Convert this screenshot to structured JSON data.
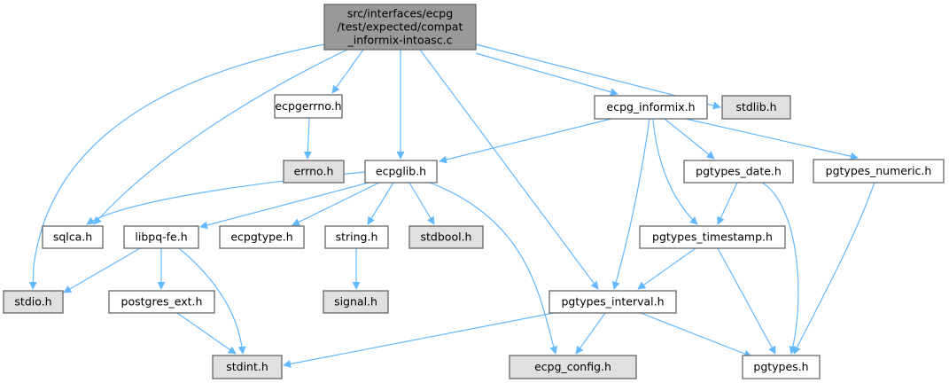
{
  "diagram": {
    "type": "include-dependency-graph",
    "colors": {
      "edge": "#63b8ff",
      "root_fill": "#999999",
      "system_fill": "#e0e0e0",
      "normal_fill": "#ffffff",
      "border": "#666666"
    },
    "nodes": [
      {
        "id": "main",
        "lines": [
          "src/interfaces/ecpg",
          "/test/expected/compat",
          "_informix-intoasc.c"
        ],
        "kind": "root"
      },
      {
        "id": "ecpgerrno",
        "lines": [
          "ecpgerrno.h"
        ],
        "kind": "normal"
      },
      {
        "id": "stdlib",
        "lines": [
          "stdlib.h"
        ],
        "kind": "system"
      },
      {
        "id": "ecpg_informix",
        "lines": [
          "ecpg_informix.h"
        ],
        "kind": "normal"
      },
      {
        "id": "errno",
        "lines": [
          "errno.h"
        ],
        "kind": "system"
      },
      {
        "id": "ecpglib",
        "lines": [
          "ecpglib.h"
        ],
        "kind": "normal"
      },
      {
        "id": "pgtypes_date",
        "lines": [
          "pgtypes_date.h"
        ],
        "kind": "normal"
      },
      {
        "id": "pgtypes_numeric",
        "lines": [
          "pgtypes_numeric.h"
        ],
        "kind": "normal"
      },
      {
        "id": "sqlca",
        "lines": [
          "sqlca.h"
        ],
        "kind": "normal"
      },
      {
        "id": "libpq_fe",
        "lines": [
          "libpq-fe.h"
        ],
        "kind": "normal"
      },
      {
        "id": "ecpgtype",
        "lines": [
          "ecpgtype.h"
        ],
        "kind": "normal"
      },
      {
        "id": "string",
        "lines": [
          "string.h"
        ],
        "kind": "normal"
      },
      {
        "id": "stdbool",
        "lines": [
          "stdbool.h"
        ],
        "kind": "system"
      },
      {
        "id": "pgtypes_timestamp",
        "lines": [
          "pgtypes_timestamp.h"
        ],
        "kind": "normal"
      },
      {
        "id": "stdio",
        "lines": [
          "stdio.h"
        ],
        "kind": "system"
      },
      {
        "id": "postgres_ext",
        "lines": [
          "postgres_ext.h"
        ],
        "kind": "normal"
      },
      {
        "id": "signal",
        "lines": [
          "signal.h"
        ],
        "kind": "system"
      },
      {
        "id": "pgtypes_interval",
        "lines": [
          "pgtypes_interval.h"
        ],
        "kind": "normal"
      },
      {
        "id": "stdint",
        "lines": [
          "stdint.h"
        ],
        "kind": "system"
      },
      {
        "id": "ecpg_config",
        "lines": [
          "ecpg_config.h"
        ],
        "kind": "system"
      },
      {
        "id": "pgtypes",
        "lines": [
          "pgtypes.h"
        ],
        "kind": "normal"
      }
    ],
    "edges": [
      {
        "from": "main",
        "to": "stdio"
      },
      {
        "from": "main",
        "to": "sqlca"
      },
      {
        "from": "main",
        "to": "ecpgerrno"
      },
      {
        "from": "main",
        "to": "ecpglib"
      },
      {
        "from": "main",
        "to": "pgtypes_interval"
      },
      {
        "from": "main",
        "to": "ecpg_informix"
      },
      {
        "from": "main",
        "to": "stdlib"
      },
      {
        "from": "ecpgerrno",
        "to": "errno"
      },
      {
        "from": "ecpg_informix",
        "to": "ecpglib"
      },
      {
        "from": "ecpg_informix",
        "to": "pgtypes_date"
      },
      {
        "from": "ecpg_informix",
        "to": "pgtypes_numeric"
      },
      {
        "from": "ecpg_informix",
        "to": "pgtypes_timestamp"
      },
      {
        "from": "ecpg_informix",
        "to": "pgtypes_interval"
      },
      {
        "from": "ecpglib",
        "to": "sqlca"
      },
      {
        "from": "ecpglib",
        "to": "libpq_fe"
      },
      {
        "from": "ecpglib",
        "to": "ecpgtype"
      },
      {
        "from": "ecpglib",
        "to": "string"
      },
      {
        "from": "ecpglib",
        "to": "stdbool"
      },
      {
        "from": "ecpglib",
        "to": "ecpg_config"
      },
      {
        "from": "libpq_fe",
        "to": "stdio"
      },
      {
        "from": "libpq_fe",
        "to": "postgres_ext"
      },
      {
        "from": "libpq_fe",
        "to": "stdint"
      },
      {
        "from": "string",
        "to": "signal"
      },
      {
        "from": "postgres_ext",
        "to": "stdint"
      },
      {
        "from": "pgtypes_date",
        "to": "pgtypes_timestamp"
      },
      {
        "from": "pgtypes_date",
        "to": "pgtypes"
      },
      {
        "from": "pgtypes_numeric",
        "to": "pgtypes"
      },
      {
        "from": "pgtypes_timestamp",
        "to": "pgtypes_interval"
      },
      {
        "from": "pgtypes_timestamp",
        "to": "pgtypes"
      },
      {
        "from": "pgtypes_interval",
        "to": "stdint"
      },
      {
        "from": "pgtypes_interval",
        "to": "ecpg_config"
      },
      {
        "from": "pgtypes_interval",
        "to": "pgtypes"
      }
    ]
  }
}
